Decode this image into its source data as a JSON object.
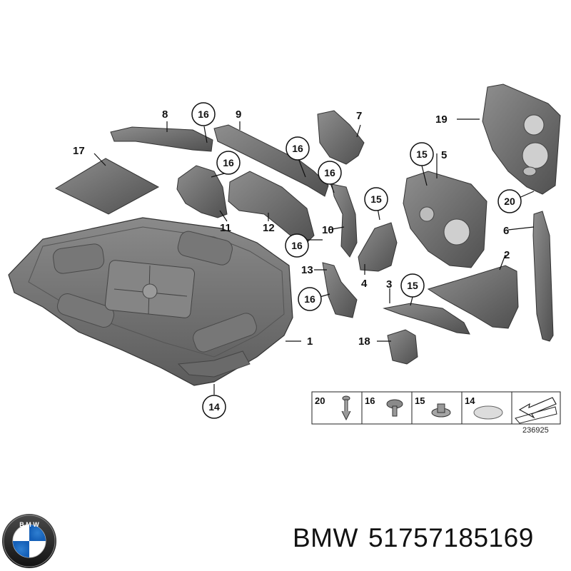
{
  "diagram": {
    "callouts": [
      {
        "id": "c1",
        "label": "1"
      },
      {
        "id": "c2",
        "label": "2"
      },
      {
        "id": "c3",
        "label": "3"
      },
      {
        "id": "c4",
        "label": "4"
      },
      {
        "id": "c5",
        "label": "5"
      },
      {
        "id": "c6",
        "label": "6"
      },
      {
        "id": "c7",
        "label": "7"
      },
      {
        "id": "c8",
        "label": "8"
      },
      {
        "id": "c9",
        "label": "9"
      },
      {
        "id": "c10",
        "label": "10"
      },
      {
        "id": "c11",
        "label": "11"
      },
      {
        "id": "c12",
        "label": "12"
      },
      {
        "id": "c13",
        "label": "13"
      },
      {
        "id": "c17",
        "label": "17"
      },
      {
        "id": "c18",
        "label": "18"
      },
      {
        "id": "c19",
        "label": "19"
      }
    ],
    "circled_callouts": [
      {
        "id": "k16a",
        "label": "16"
      },
      {
        "id": "k16b",
        "label": "16"
      },
      {
        "id": "k16c",
        "label": "16"
      },
      {
        "id": "k16d",
        "label": "16"
      },
      {
        "id": "k16e",
        "label": "16"
      },
      {
        "id": "k16f",
        "label": "16"
      },
      {
        "id": "k15a",
        "label": "15"
      },
      {
        "id": "k15b",
        "label": "15"
      },
      {
        "id": "k15c",
        "label": "15"
      },
      {
        "id": "k20",
        "label": "20"
      },
      {
        "id": "k14",
        "label": "14"
      }
    ],
    "legend": [
      {
        "label": "20",
        "icon": "push-rivet-icon"
      },
      {
        "label": "16",
        "icon": "screw-icon"
      },
      {
        "label": "15",
        "icon": "nut-icon"
      },
      {
        "label": "14",
        "icon": "round-cap-icon"
      },
      {
        "label": "",
        "icon": "arrow-icon"
      }
    ],
    "reference_number": "236925"
  },
  "caption": {
    "brand": "BMW",
    "part_number": "51757185169"
  },
  "colors": {
    "part_fill": "#6e6e6e",
    "part_edge": "#3a3a3a",
    "part_light": "#9a9a9a",
    "line": "#111111"
  }
}
